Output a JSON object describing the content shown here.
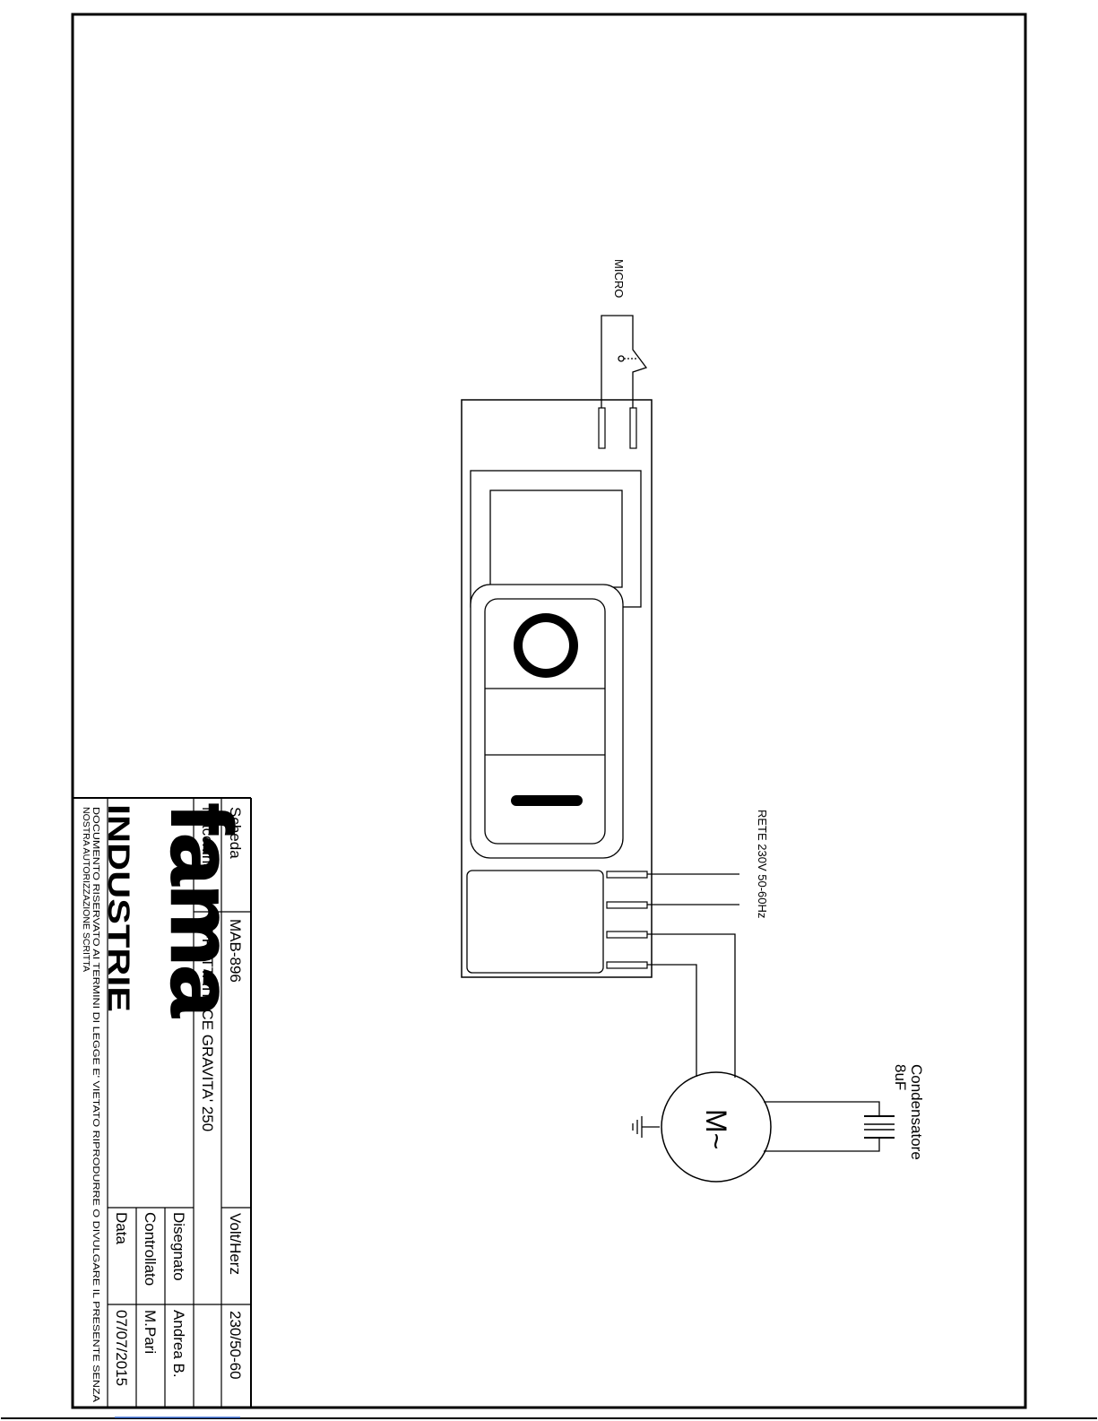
{
  "diagram": {
    "micro_label": "MICRO",
    "rete_label": "RETE 230V 50-60Hz",
    "condensatore_label": "Condensatore",
    "condensatore_value": "8uF",
    "motor_label": "M~"
  },
  "title_block": {
    "scheda_label": "Scheda",
    "scheda_value": "MAB-896",
    "volt_label": "Volt/Herz",
    "volt_value": "230/50-60",
    "macchina_label": "Macchina",
    "macchina_value": "AFFETTATRICE GRAVITA' 250",
    "disegnato_label": "Disegnato",
    "disegnato_value": "Andrea B.",
    "controllato_label": "Controllato",
    "controllato_value": "M.Pari",
    "data_label": "Data",
    "data_value": "07/07/2015",
    "logo_text": "fama",
    "brand_text": "INDUSTRIE",
    "disclaimer_line1": "DOCUMENTO RISERVATO AI TERMINI DI LEGGE E' VIETATO RIPRODURRE O DIVULGARE IL PRESENTE SENZA",
    "disclaimer_line2": "NOSTRA AUTORIZZAZIONE SCRITTA"
  }
}
